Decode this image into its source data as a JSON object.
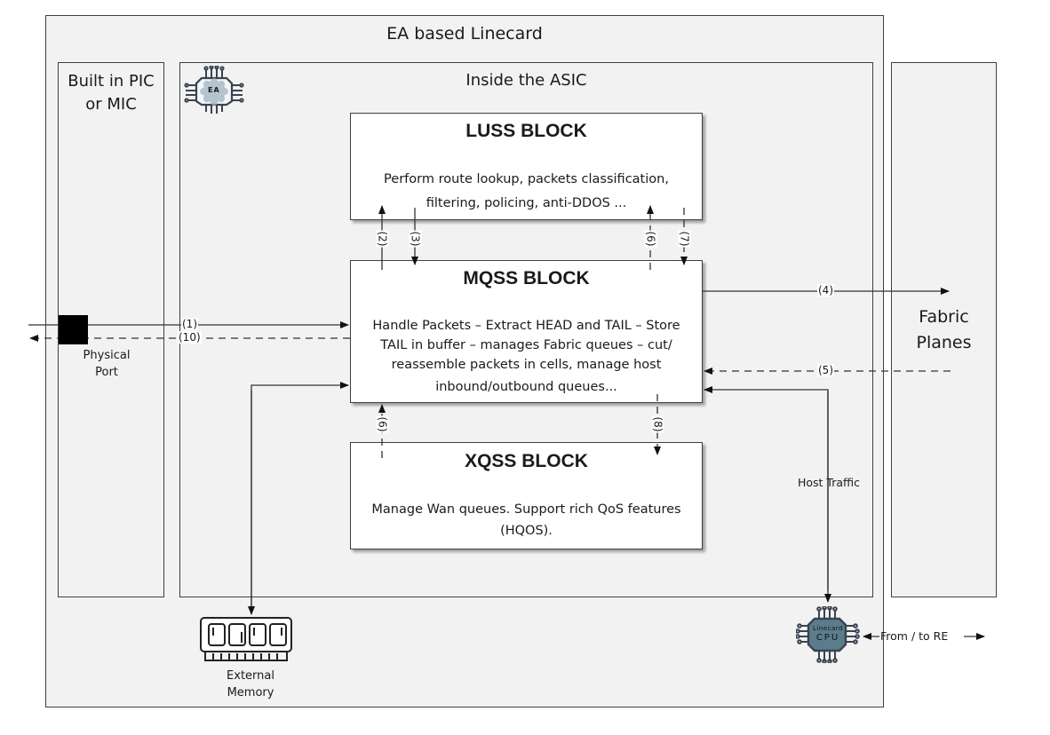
{
  "linecard": {
    "title": "EA based Linecard"
  },
  "pic": {
    "title_line1": "Built in PIC",
    "title_line2": "or MIC"
  },
  "asic": {
    "title": "Inside the ASIC",
    "chip_icon_label": "EA"
  },
  "fabric": {
    "title_line1": "Fabric",
    "title_line2": "Planes"
  },
  "luss": {
    "title": "LUSS BLOCK",
    "desc_line1": "Perform route lookup, packets classification,",
    "desc_line2": "filtering, policing, anti-DDOS ..."
  },
  "mqss": {
    "title": "MQSS BLOCK",
    "desc_line1": "Handle Packets – Extract HEAD and TAIL – Store",
    "desc_line2": "TAIL in buffer – manages Fabric queues – cut/",
    "desc_line3": "reassemble packets in cells, manage host",
    "desc_line4": "inbound/outbound queues..."
  },
  "xqss": {
    "title": "XQSS BLOCK",
    "desc_line1": "Manage Wan queues. Support rich QoS features",
    "desc_line2": "(HQOS)."
  },
  "physical_port": {
    "line1": "Physical",
    "line2": "Port"
  },
  "external_memory": {
    "line1": "External",
    "line2": "Memory"
  },
  "cpu": {
    "line1": "Linecard",
    "line2": "CPU"
  },
  "host_traffic": "Host Traffic",
  "re_link": "From / to RE",
  "flows": {
    "f1": "(1)",
    "f2": "(2)",
    "f3": "(3)",
    "f4": "(4)",
    "f5": "(5)",
    "f6a": "(6)",
    "f6b": "(6)",
    "f7": "(7)",
    "f8": "(8)",
    "f10": "(10)"
  },
  "colors": {
    "panel_bg": "#f2f2f2",
    "border": "#404040",
    "block_bg": "#ffffff",
    "cpu_fill": "#5b7c8c",
    "chip_fill": "#9fb5c2",
    "port_fill": "#000000"
  }
}
